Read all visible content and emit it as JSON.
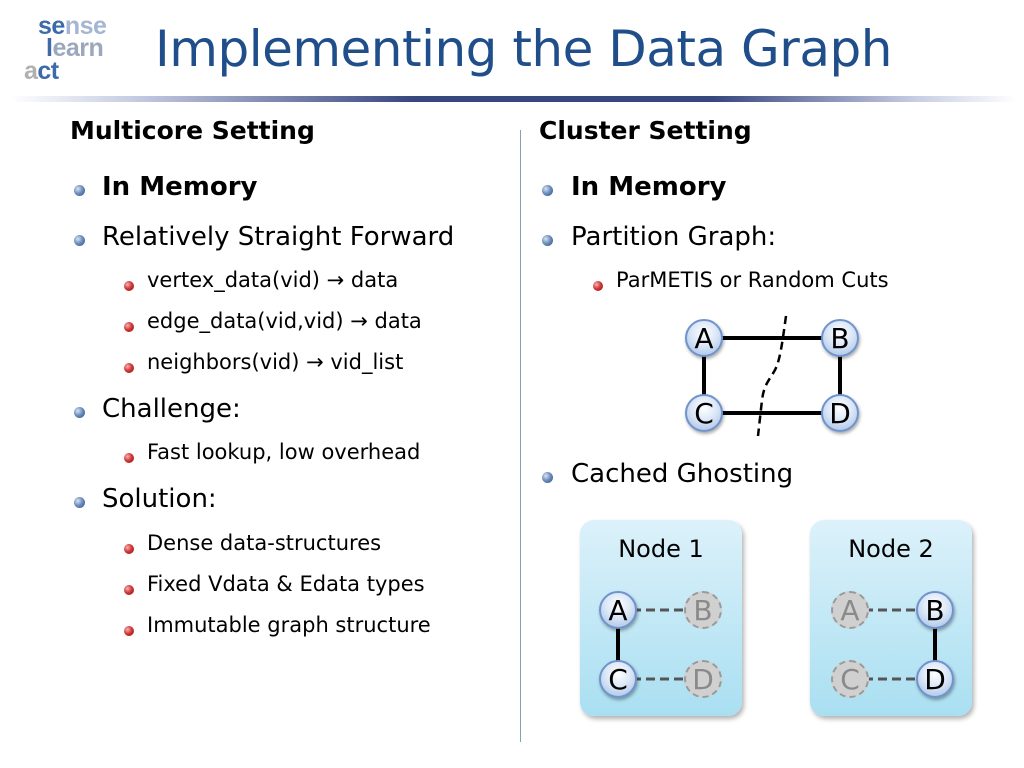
{
  "logo": {
    "line1": "sense",
    "line2": "learn",
    "line3": "act"
  },
  "title": "Implementing the Data Graph",
  "left": {
    "heading": "Multicore Setting",
    "in_memory": "In Memory",
    "straight": "Relatively Straight Forward",
    "sub1": [
      "vertex_data(vid) → data",
      "edge_data(vid,vid) → data",
      "neighbors(vid) → vid_list"
    ],
    "challenge": "Challenge:",
    "challenge_sub": "Fast lookup, low overhead",
    "solution": "Solution:",
    "solution_sub": [
      "Dense data-structures",
      "Fixed Vdata & Edata types",
      "Immutable graph structure"
    ]
  },
  "right": {
    "heading": "Cluster Setting",
    "in_memory": "In Memory",
    "partition": "Partition Graph:",
    "partition_sub": "ParMETIS or Random Cuts",
    "cached": "Cached Ghosting"
  },
  "graph": {
    "nodes": [
      "A",
      "B",
      "C",
      "D"
    ]
  },
  "cluster": {
    "node1": {
      "title": "Node 1",
      "vertices": [
        "A",
        "B",
        "C",
        "D"
      ]
    },
    "node2": {
      "title": "Node 2",
      "vertices": [
        "A",
        "B",
        "C",
        "D"
      ]
    }
  }
}
